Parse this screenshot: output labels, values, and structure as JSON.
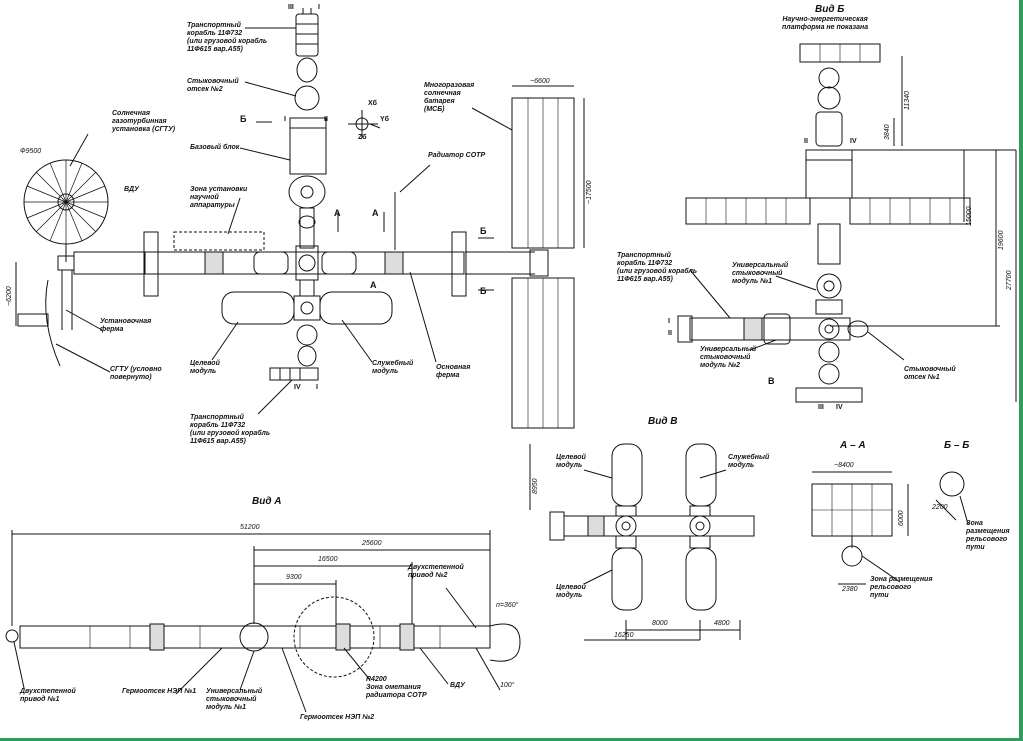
{
  "colors": {
    "line": "#111111",
    "frame": "#2f9e5a"
  },
  "labels": {
    "transport_top": "Транспортный\nкорабль 11Ф732\n(или грузовой корабль\n11Ф615 вар.А55)",
    "dock2": "Стыковочный\nотсек №2",
    "sgtu": "Солнечная\nгазотурбинная\nустановка (СГТУ)",
    "diam9500": "Ф9500",
    "vdu": "ВДУ",
    "base_block": "Базовый блок",
    "zone_sci": "Зона установки\nнаучной\nаппаратуры",
    "msb": "Многоразовая\nсолнечная\nбатарея\n(МСБ)",
    "radiator": "Радиатор СОТР",
    "mount_truss": "Установочная\nферма",
    "sgtu_rot": "СГТУ (условно\nповернуто)",
    "target_module": "Целевой\nмодуль",
    "service_module": "Служебный\nмодуль",
    "main_truss": "Основная\nферма",
    "transport_bottom": "Транспортный\nкорабль 11Ф732\n(или грузовой корабль\n11Ф615 вар.А55)",
    "view_b": "Вид Б",
    "platform_note": "Научно-энергетическая\nплатформа не показана",
    "transport_right": "Транспортный\nкорабль 11Ф732\n(или грузовой корабль\n11Ф615 вар.А55)",
    "usm1": "Универсальный\nстыковочный\nмодуль №1",
    "usm2": "Универсальный\nстыковочный\nмодуль №2",
    "dock1": "Стыковочный\nотсек №1",
    "view_v": "Вид В",
    "target_v1": "Целевой\nмодуль",
    "service_v": "Служебный\nмодуль",
    "target_v2": "Целевой\nмодуль",
    "section_aa": "А – А",
    "section_bb": "Б – Б",
    "rail_zone1": "Зона размещения\nрельсового\nпути",
    "rail_zone2": "Зона размещения\nрельсового\nпути",
    "view_a": "Вид А",
    "drive2": "Двухстепенной\nпривод №2",
    "drive1": "Двухстепенной\nпривод №1",
    "hermo1": "Гермоотсек НЭП №1",
    "usm1_a": "Универсальный\nстыковочный\nмодуль №1",
    "hermo2": "Гермоотсек НЭП №2",
    "r4200": "R4200\nЗона ометания\nрадиатора СОТР",
    "vdu_a": "ВДУ"
  },
  "marks": {
    "B": "Б",
    "A": "А",
    "xb": "Xб",
    "yb": "Yб",
    "zb": "Zб",
    "V": "В",
    "I": "I",
    "II": "II",
    "III": "III",
    "IV": "IV"
  },
  "dims": {
    "d6600": "~6600",
    "d17500": "~17500",
    "d6200": "~6200",
    "d11340": "11340",
    "d3840": "3840",
    "d15000": "15000",
    "d19600": "19600",
    "d27700": "27700",
    "d8950": "8950",
    "d8000": "8000",
    "d4800": "4800",
    "d16250": "16250",
    "d8400": "~8400",
    "d6000": "6000",
    "d2380": "2380",
    "d2200": "2200",
    "d51200": "51200",
    "d25600": "25600",
    "d16500": "16500",
    "d9300": "9300",
    "rot360": "n=360°",
    "rot100": "100°"
  }
}
